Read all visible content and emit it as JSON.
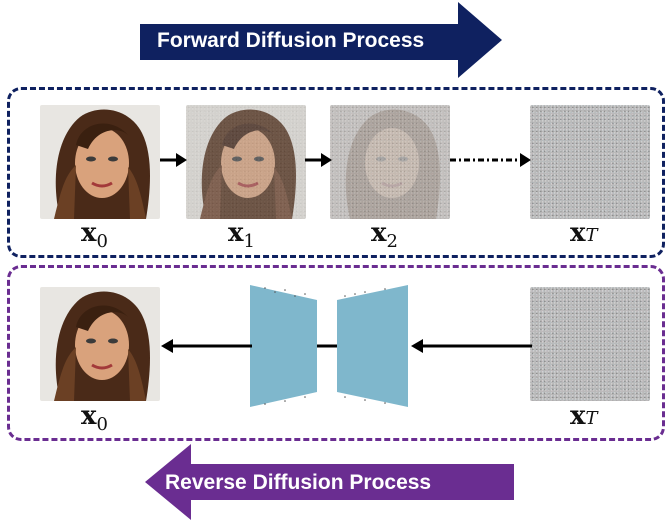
{
  "forward_banner": {
    "text": "Forward Diffusion Process",
    "color": "#0f2160"
  },
  "reverse_banner": {
    "text": "Reverse Diffusion Process",
    "color": "#6a2d91"
  },
  "forward_frame_color": "#0f2160",
  "reverse_frame_color": "#6a2d91",
  "forward_labels": [
    {
      "base": "x",
      "sub": "0"
    },
    {
      "base": "x",
      "sub": "1"
    },
    {
      "base": "x",
      "sub": "2"
    },
    {
      "base": "x",
      "sub": "T"
    }
  ],
  "reverse_labels": [
    {
      "base": "x",
      "sub": "0"
    },
    {
      "base": "x",
      "sub": "T"
    }
  ],
  "network_color": "#7fb7cc"
}
